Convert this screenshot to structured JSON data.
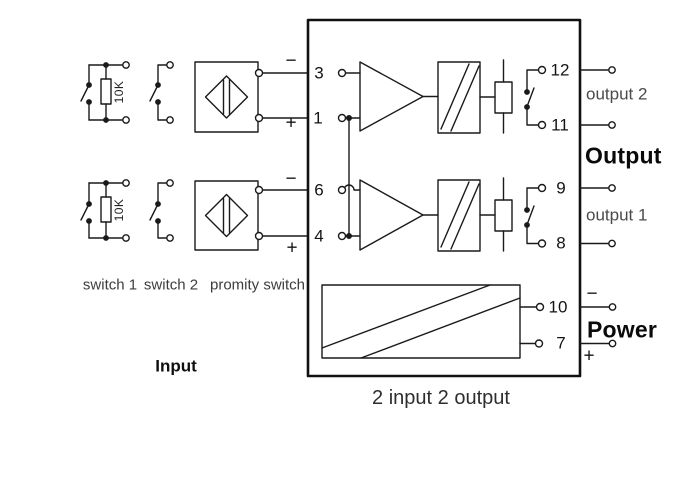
{
  "diagram": {
    "device_caption": "2 input 2 output",
    "sections": {
      "input_label": "Input",
      "output_label": "Output",
      "power_label": "Power"
    },
    "input_labels": {
      "switch1": "switch 1",
      "switch2": "switch 2",
      "proximity": "promity switch",
      "resistor_value": "10K"
    },
    "output_labels": {
      "output1": "output 1",
      "output2": "output 2"
    },
    "polarity": {
      "minus": "−",
      "plus": "+"
    },
    "terminals": {
      "ch2_in_signal": "3",
      "ch2_in_common": "1",
      "ch1_in_signal": "6",
      "ch1_in_common": "4",
      "ch2_out_a": "12",
      "ch2_out_b": "11",
      "ch1_out_a": "9",
      "ch1_out_b": "8",
      "power_minus": "10",
      "power_plus": "7"
    },
    "colors": {
      "line": "#1a1a1a",
      "label_gray": "#4a4a4a",
      "label_black": "#111111",
      "background": "#ffffff"
    }
  }
}
